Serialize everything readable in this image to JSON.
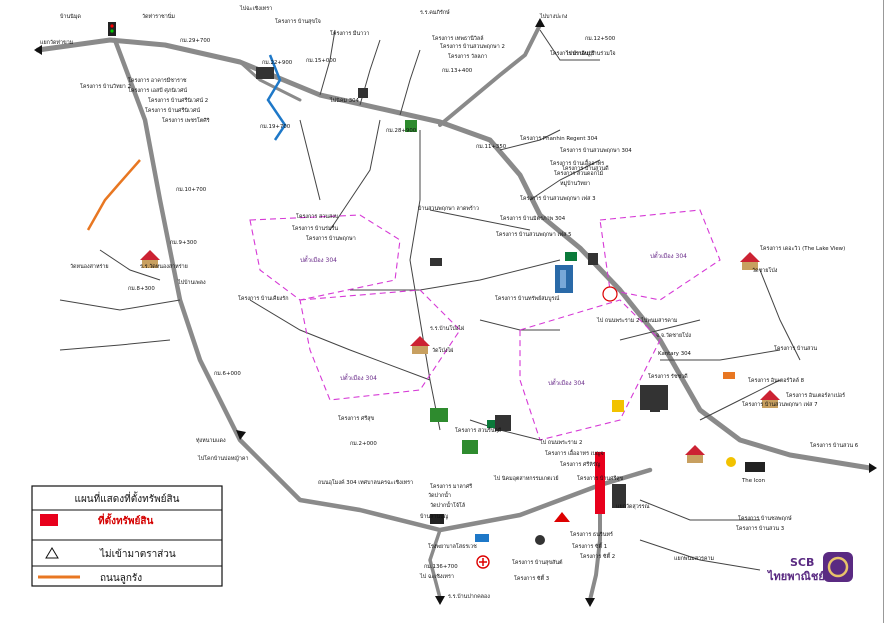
{
  "legend": {
    "title": "แผนที่แสดงที่ตั้งทรัพย์สิน",
    "items": [
      {
        "label": "ที่ตั้งทรัพย์สิน",
        "color": "#e8001c"
      },
      {
        "label": "ไม่เข้ามาตราส่วน"
      },
      {
        "label": "ถนนลูกรัง",
        "color": "#e87722"
      }
    ]
  },
  "brand": {
    "name": "SCB",
    "thai": "ไทยพาณิชย์",
    "color": "#5a2a82"
  },
  "zones": [
    "ปตั้วเมือง 304",
    "ปตั้วเมือง 304",
    "ปตั้วเมือง 304",
    "ปตั้วเมือง 304"
  ],
  "labels": [
    "บ้านนิมุด",
    "แยกวัดท่าขาม",
    "วัดท่าราชานิ่ม",
    "กม.29+700",
    "กม.22+900",
    "โครงการ บ้านวิทยา 2",
    "โครงการ อาคารมีชาราช",
    "โครงการ เอสบี ศุภนิเวศน์",
    "โครงการ บ้านศรีนิเวศน์ 2",
    "โครงการ บ้านศรีนิเวศน์",
    "โครงการ เพชรโตศิริ",
    "กม.15+000",
    "โครงการ มีนาวา",
    "โครงการ บ้านสุขใจ",
    "ร.ร.คมภิรักษ์",
    "โครงการ เทพธานีวิลล์",
    "โครงการ บ้านสวนพฤกษา 2",
    "โครงการ วัลลภา",
    "กม.13+400",
    "โครงการ Phanhin Regent 304",
    "กม.11+350",
    "โครงการ บ้านหมู่บ้านร่วมใจ",
    "โครงการ บ้านสวนพฤกษา 304",
    "โครงการ บ้านเอื้ออาทร",
    "โครงการ สวนดอกไม้",
    "หมู่บ้านวิทยา",
    "โครงการ บ้านสวนพฤกษา เฟส 3",
    "บ้านสวนพฤกษา ลาดพร้าว",
    "โครงการ บ้านมิตรภาพ 304",
    "โครงการ บ้านสวนพฤกษา เฟส 5",
    "โครงการ บ้านทรัพย์สมบูรณ์",
    "ไปบางปะกง",
    "กม.12+500",
    "ไปปราจีนบุรี",
    "โครงการ บ้านสวนดี",
    "กม.19+700",
    "กม.10+700",
    "กม.9+300",
    "วัดหนองสาหร่าย",
    "ร.ร.วัดหนองสาหร่าย",
    "กม.8+300",
    "ไปบ้านเพลง",
    "โครงการ สวนสงบ",
    "โครงการ บ้านร่มรื่น",
    "โครงการ บ้านพฤกษา",
    "กม.6+000",
    "ร.ร.บ้านโป่งไผ่",
    "วัดโป่งไผ่",
    "โครงการ บ้านเคียงรัก",
    "ทุ่งหนามแดง",
    "โครงการ ศรีสุข",
    "ไปโคกบ้านบ่อหญ้าคา",
    "กม.2+000",
    "ถนนอุโมงค์ 304 เทศบาลนครฉะเชิงเทรา",
    "โครงการ มาลาศรี",
    "วัดปากน้ำ",
    "วัดปากน้ำโจ้โล้",
    "บ้านลานบุญ",
    "โรงพยาบาลโสธรเวช",
    "กม.136+700",
    "ไป ฉะเชิงเทรา",
    "โครงการ บ้านสุขสันต์",
    "โครงการ สวนรื่นฤดี",
    "ไป ถนนพระราม 2",
    "โครงการ เอื้ออาทร เบญจ",
    "โครงการ ศรีหิรัญ",
    "โครงการ บ้านศรีสุข",
    "โครงการ ธนรินทร์",
    "โครงการ ซิตี้ 1",
    "โครงการ ซิตี้ 2",
    "โครงการ ซิตี้ 3",
    "โครงการ เดอะวิว (The Lake View)",
    "วัดชายโป่ง",
    "จ.จ.วัดชายโป่ง",
    "โครงการ รัชชวดี",
    "Kantary 304",
    "โครงการ อินเตอร์วิลล์ 8",
    "โครงการ บ้านสวน",
    "โครงการ อินเตอร์ลาเปอร์",
    "โครงการ บ้านสวนพฤกษา เฟส 7",
    "โครงการ บ้านชลพฤกษ์",
    "โครงการ บ้านสวน 3",
    "โครงการ บ้านสวน 6",
    "แยกพนมสารคาม",
    "ไป นิคมอุตสาหกรรมเกตเวย์",
    "ไป ถนนพระราม 2 ไปพนมสารคาม",
    "ไปนิคม 304",
    "กม.28+900",
    "แยกวัดสุวรรณ",
    "The Icon",
    "ร.ร.บ้านปากคลอง",
    "ไปฉะเชิงเทรา"
  ],
  "colors": {
    "road": "#8a8a8a",
    "zone": "#d63ad6",
    "subject": "#e8001c",
    "laterite": "#e87722",
    "river": "#1e78c8"
  }
}
